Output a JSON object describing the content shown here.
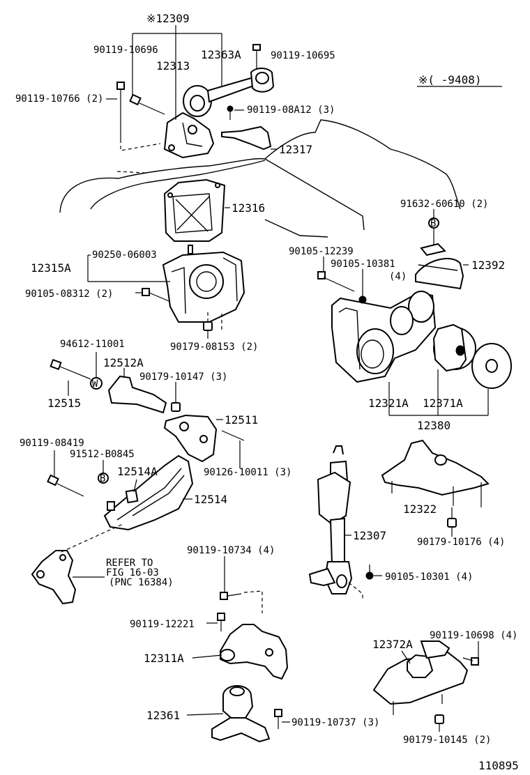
{
  "diagram": {
    "note_range": "※(      -9408)",
    "page_number": "110895",
    "refer": {
      "line1": "REFER TO",
      "line2": "FIG 16-03",
      "line3": "(PNC 16384)"
    },
    "labels": {
      "l12309": "※12309",
      "l90119_10696": "90119-10696",
      "l12363A": "12363A",
      "l90119_10695": "90119-10695",
      "l12313": "12313",
      "l90119_10766": "90119-10766 (2)",
      "l90119_08A12": "90119-08A12 (3)",
      "l12317": "12317",
      "l12316": "12316",
      "l91632_60610": "91632-60610 (2)",
      "l90250_06003": "90250-06003",
      "l12315A": "12315A",
      "l90105_12239": "90105-12239",
      "l90105_10381": "90105-10381",
      "l90105_10381q": "(4)",
      "l12392": "12392",
      "l90105_08312": "90105-08312 (2)",
      "l90179_08153": "90179-08153 (2)",
      "l94612_11001": "94612-11001",
      "l12512A": "12512A",
      "l90179_10147": "90179-10147 (3)",
      "l12515": "12515",
      "l12321A": "12321A",
      "l12371A": "12371A",
      "l12380": "12380",
      "l12511": "12511",
      "l90119_08419": "90119-08419",
      "l91512_B0845": "91512-B0845",
      "l12514A": "12514A",
      "l90126_10011": "90126-10011 (3)",
      "l12514": "12514",
      "l12322": "12322",
      "l12307": "12307",
      "l90179_10176": "90179-10176 (4)",
      "l90119_10734": "90119-10734 (4)",
      "l90105_10301": "90105-10301 (4)",
      "l90119_12221": "90119-12221",
      "l12311A": "12311A",
      "l12372A": "12372A",
      "l90119_10698": "90119-10698 (4)",
      "l12361": "12361",
      "l90119_10737": "90119-10737 (3)",
      "l90179_10145": "90179-10145 (2)"
    },
    "markers": {
      "W": "W",
      "B1": "B",
      "B2": "B"
    }
  }
}
